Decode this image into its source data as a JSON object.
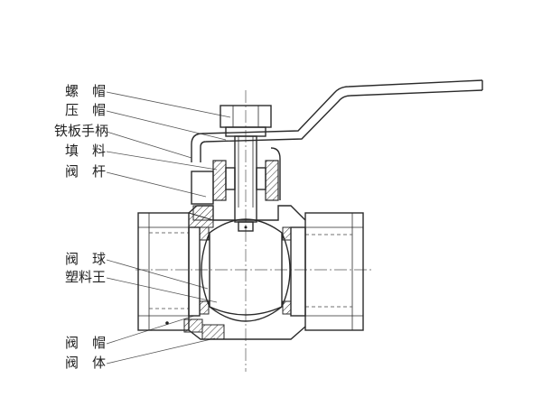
{
  "labels": {
    "nut": "螺　帽",
    "gland": "压　帽",
    "handle": "铁板手柄",
    "packing": "填　料",
    "stem": "阀　杆",
    "ball": "阀　球",
    "seat": "塑料王",
    "cap": "阀　帽",
    "body": "阀　体"
  }
}
